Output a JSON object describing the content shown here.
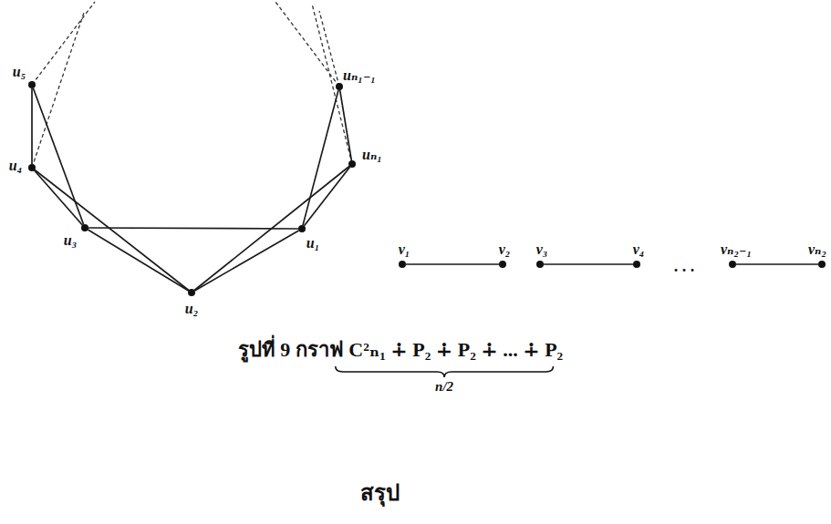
{
  "diagram": {
    "caption": "รูปที่ 9 กราฟ C²ₙ₁ ∔ P₂ ∔ P₂ ∔ ... ∔ P₂",
    "nodes": [
      {
        "text": [
          "u₅"
        ]
      },
      {
        "text": [
          "uₙ₁₋₁"
        ]
      },
      {
        "text": [
          "uₙ₁"
        ]
      },
      {
        "text": [
          "u₄"
        ]
      },
      {
        "text": [
          "u₃"
        ]
      },
      {
        "text": [
          "u₁"
        ]
      },
      {
        "text": [
          "u₂"
        ]
      },
      {
        "text": [
          "v₁"
        ]
      },
      {
        "text": [
          "v₂"
        ]
      },
      {
        "text": [
          "v₃"
        ]
      },
      {
        "text": [
          "v₄"
        ]
      },
      {
        "text": [
          "vₙ₂₋₁"
        ]
      },
      {
        "text": [
          "vₙ₂"
        ]
      }
    ],
    "edges": [
      {
        "from": 5,
        "to": 6,
        "arrow": "none"
      },
      {
        "from": 6,
        "to": 4,
        "arrow": "none"
      },
      {
        "from": 5,
        "to": 4,
        "arrow": "none"
      },
      {
        "from": 4,
        "to": 3,
        "arrow": "none"
      },
      {
        "from": 6,
        "to": 3,
        "arrow": "none"
      },
      {
        "from": 3,
        "to": 0,
        "arrow": "none"
      },
      {
        "from": 4,
        "to": 0,
        "arrow": "none"
      },
      {
        "from": 5,
        "to": 2,
        "arrow": "none"
      },
      {
        "from": 6,
        "to": 2,
        "arrow": "none"
      },
      {
        "from": 1,
        "to": 2,
        "arrow": "none"
      },
      {
        "from": 5,
        "to": 1,
        "arrow": "none"
      },
      {
        "from": 7,
        "to": 8,
        "arrow": "none"
      },
      {
        "from": 9,
        "to": 10,
        "arrow": "none"
      },
      {
        "from": 11,
        "to": 12,
        "arrow": "none"
      }
    ],
    "labels": [
      ". . .",
      "n/2",
      "สรุป"
    ]
  }
}
